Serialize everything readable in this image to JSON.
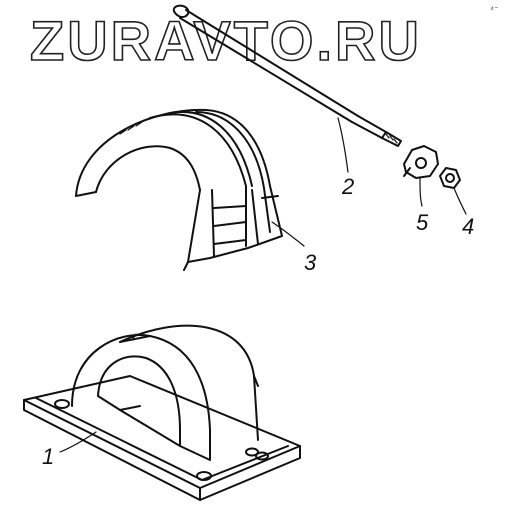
{
  "watermark": "ZURAVTO.RU",
  "corner_mark": "⁴⁻",
  "callouts": {
    "part1": "1",
    "part2": "2",
    "part3": "3",
    "part4": "4",
    "part5": "5"
  }
}
